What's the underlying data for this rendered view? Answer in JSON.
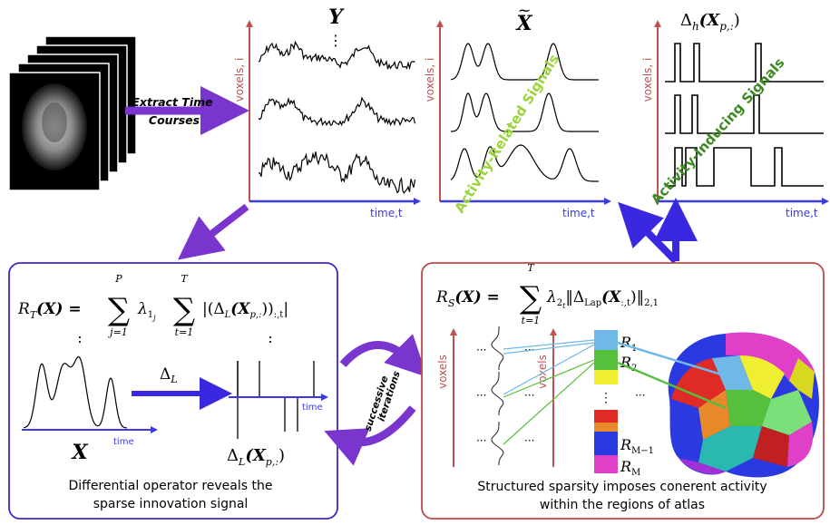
{
  "top": {
    "extract_label_line1": "Extract Time",
    "extract_label_line2": "Courses",
    "panel_y_title": "Y",
    "panel_x_title": "X",
    "panel_x_tilde": "~",
    "panel_delta_title": "Δ",
    "panel_delta_sub": "h",
    "panel_delta_arg": "(X",
    "panel_delta_arg_sub": "p,:",
    "panel_delta_close": ")",
    "y_axis_label": "voxels, i",
    "x_axis_label": "time,t",
    "activity_related": "Activity-Related Signals",
    "activity_inducing": "Activity-Inducing Signals",
    "vdots": "⋮"
  },
  "left_box": {
    "formula_lhs": "R",
    "formula_lhs_sub": "T",
    "formula_lhs_arg": "(X) =",
    "sum1_top": "P",
    "sum1_bottom": "j=1",
    "sum2_top": "T",
    "sum2_bottom": "t=1",
    "lambda": "λ",
    "lambda_sub": "1",
    "lambda_subsub": "j",
    "abs_term": "|(Δ",
    "abs_term_sub": "L",
    "abs_term_mid": "(X",
    "abs_term_mid_sub": "p,:",
    "abs_term_end": "))",
    "abs_term_end_sub": ":,t",
    "abs_close": "|",
    "sigma": "∑",
    "colon": ":",
    "delta_op": "Δ",
    "delta_op_sub": "L",
    "time_label": "time",
    "x_label": "X",
    "delta_result": "Δ",
    "delta_result_sub": "L",
    "delta_result_arg": "(X",
    "delta_result_arg_sub": "p,:",
    "delta_result_close": ")",
    "caption_line1": "Differential operator reveals the",
    "caption_line2": "sparse innovation signal"
  },
  "center": {
    "iter_line1": "successive",
    "iter_line2": "iterations"
  },
  "right_box": {
    "formula_lhs": "R",
    "formula_lhs_sub": "S",
    "formula_lhs_arg": "(X) =",
    "sum_top": "T",
    "sum_bottom": "t=1",
    "sigma": "∑",
    "lambda": "λ",
    "lambda_sub": "2",
    "lambda_subsub": "t",
    "norm_open": "‖Δ",
    "norm_sub": "Lap",
    "norm_arg": "(X",
    "norm_arg_sub": ":,t",
    "norm_close": ")‖",
    "norm_index": "2,1",
    "voxels_label": "voxels",
    "dots": "···",
    "vdots": "⋮",
    "region1": "R",
    "region1_sub": "1",
    "region2": "R",
    "region2_sub": "2",
    "regionM1": "R",
    "regionM1_sub": "M−1",
    "regionM": "R",
    "regionM_sub": "M",
    "caption_line1": "Structured sparsity imposes conerent activity",
    "caption_line2": "within the regions of atlas"
  },
  "colors": {
    "purple_arrow": "#7a35cf",
    "blue_arrow": "#3a28e0",
    "red_axis": "#c05050",
    "blue_axis": "#3a3ae0",
    "left_box_border": "#3a28c8",
    "right_box_border": "#c04848",
    "green_text": "#9ad33a",
    "dark_green_text": "#3c8a20",
    "region_cyan": "#6fb8e8",
    "region_green": "#56c03c",
    "region_yellow": "#f0ee30",
    "region_red": "#e02a26",
    "region_orange": "#e88a2a",
    "region_blue": "#2a3ae0",
    "region_magenta": "#e040c8"
  }
}
